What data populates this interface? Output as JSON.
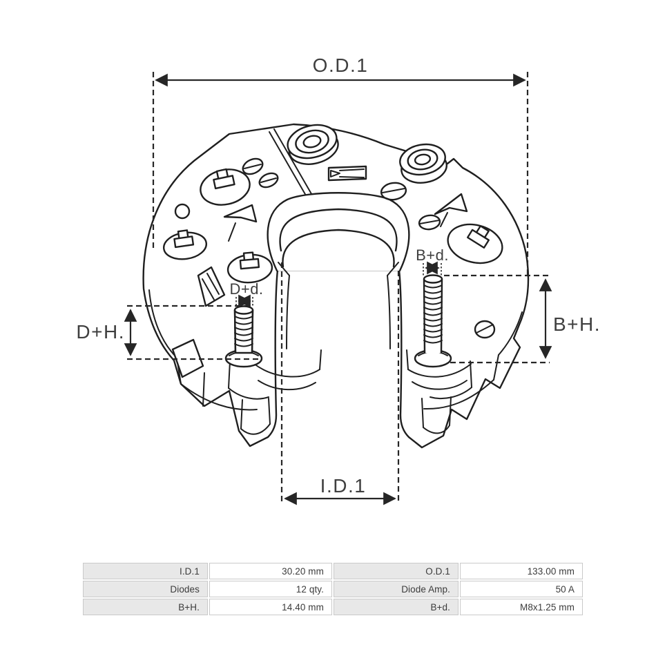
{
  "diagram": {
    "labels": {
      "od1": "O.D.1",
      "id1": "I.D.1",
      "d_plus_h": "D+H.",
      "d_plus_d": "D+d.",
      "b_plus_h": "B+H.",
      "b_plus_d": "B+d."
    }
  },
  "spec_table": {
    "rows": [
      [
        "I.D.1",
        "30.20 mm",
        "O.D.1",
        "133.00 mm"
      ],
      [
        "Diodes",
        "12 qty.",
        "Diode Amp.",
        "50 A"
      ],
      [
        "B+H.",
        "14.40 mm",
        "B+d.",
        "M8x1.25 mm"
      ]
    ]
  },
  "colors": {
    "line": "#1f1f1f",
    "dimension_line": "#262626",
    "dimension_text": "#3f3f3f",
    "table_text": "#3b3b3b",
    "table_label_bg": "#e8e8e8",
    "table_border": "#c9c9c9",
    "background": "#ffffff"
  }
}
